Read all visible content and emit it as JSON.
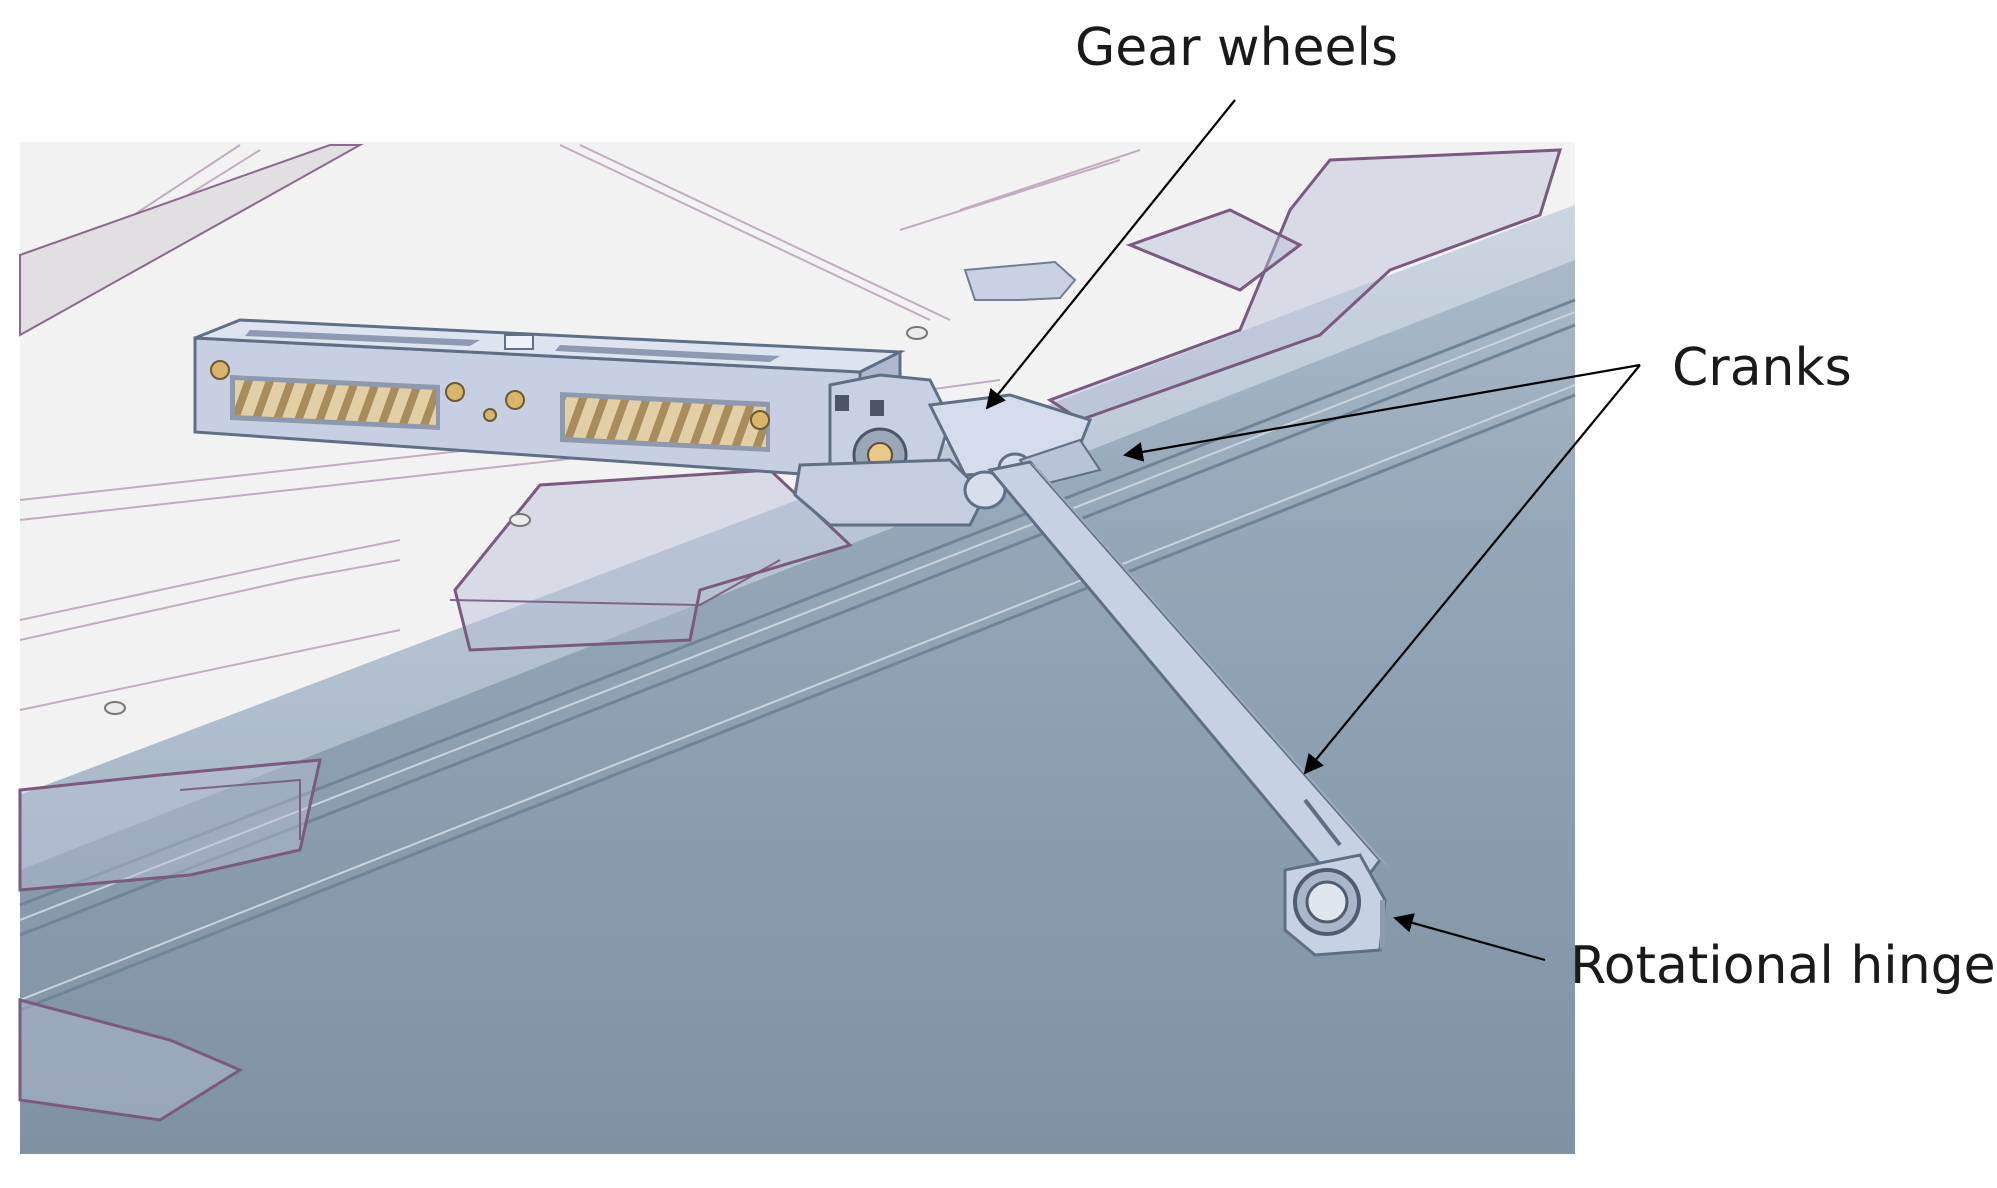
{
  "labels": {
    "gear_wheels": "Gear wheels",
    "cranks": "Cranks",
    "rotational_hinge": "Rotational hinge"
  },
  "colors": {
    "panel": "#f3f3f3",
    "beam": "#8fa2b3",
    "beam_light": "#b9c7d5",
    "outline": "#8a6a8c",
    "mechanism": "#c5cee0",
    "spring": "#d8c39a",
    "arrow": "#000000"
  }
}
